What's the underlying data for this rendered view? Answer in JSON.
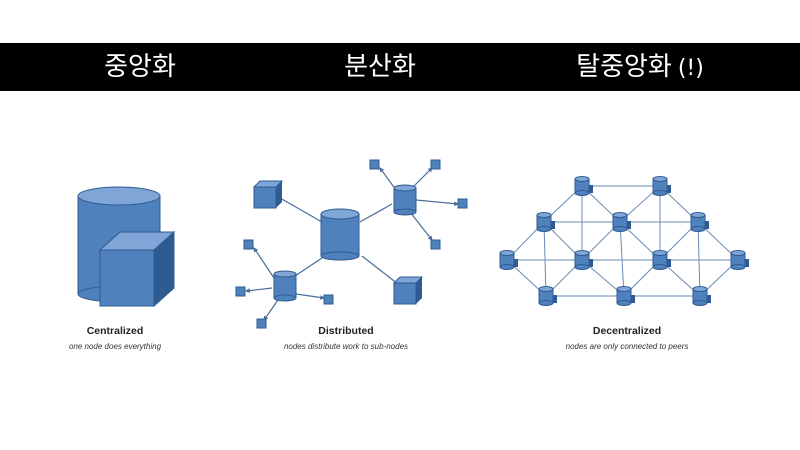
{
  "banner": {
    "titles": [
      {
        "text": "중앙화",
        "suffix": ""
      },
      {
        "text": "분산화",
        "suffix": ""
      },
      {
        "text": "탈중앙화",
        "suffix": "(!)"
      }
    ]
  },
  "diagrams": {
    "centralized": {
      "label": "Centralized",
      "description": "one node does everything"
    },
    "distributed": {
      "label": "Distributed",
      "description": "nodes distribute work to sub-nodes"
    },
    "decentralized": {
      "label": "Decentralized",
      "description": "nodes are only connected to peers"
    }
  },
  "colors": {
    "node_fill": "#4f81bd",
    "node_top": "#7fa6d6",
    "node_dark": "#2f5b93",
    "edge": "#4a6d9a"
  }
}
